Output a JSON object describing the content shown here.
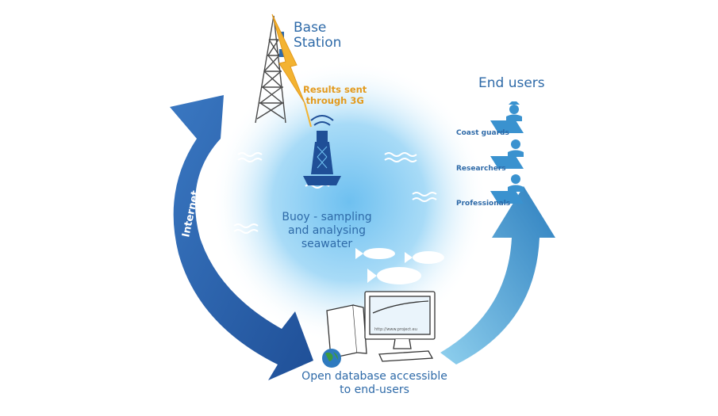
{
  "base_station": {
    "line1": "Base",
    "line2": "Station"
  },
  "transmission": {
    "line1": "Results sent",
    "line2": "through 3G"
  },
  "buoy": {
    "line1": "Buoy - sampling",
    "line2": "and analysing",
    "line3": "seawater"
  },
  "database": {
    "line1": "Open database accessible",
    "line2": "to end-users",
    "url": "http://www.project.eu"
  },
  "internet": {
    "label": "Internet"
  },
  "end_users": {
    "title": "End users",
    "items": [
      {
        "label": "Coast guards",
        "icon": "coast-guard-icon"
      },
      {
        "label": "Researchers",
        "icon": "researcher-icon"
      },
      {
        "label": "Professionals",
        "icon": "professional-icon"
      }
    ]
  },
  "colors": {
    "dark_blue": "#2a5da6",
    "light_blue": "#4aa8d8",
    "sea_glow": "#7fc8f2",
    "label_blue": "#2e6aa8",
    "orange": "#e39a1d"
  }
}
